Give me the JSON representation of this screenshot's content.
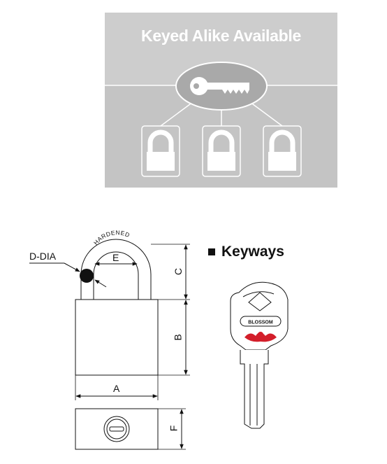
{
  "banner": {
    "title": "Keyed Alike Available",
    "icons": [
      "key-icon",
      "padlock-icon",
      "padlock-icon",
      "padlock-icon"
    ]
  },
  "keyways": {
    "title": "Keyways",
    "key_head_text": "BLOSSOM"
  },
  "drawing": {
    "shackle_text": "HARDENED",
    "d_dia": "D-DIA",
    "dim_a": "A",
    "dim_b": "B",
    "dim_c": "C",
    "dim_e": "E",
    "dim_f": "F"
  }
}
